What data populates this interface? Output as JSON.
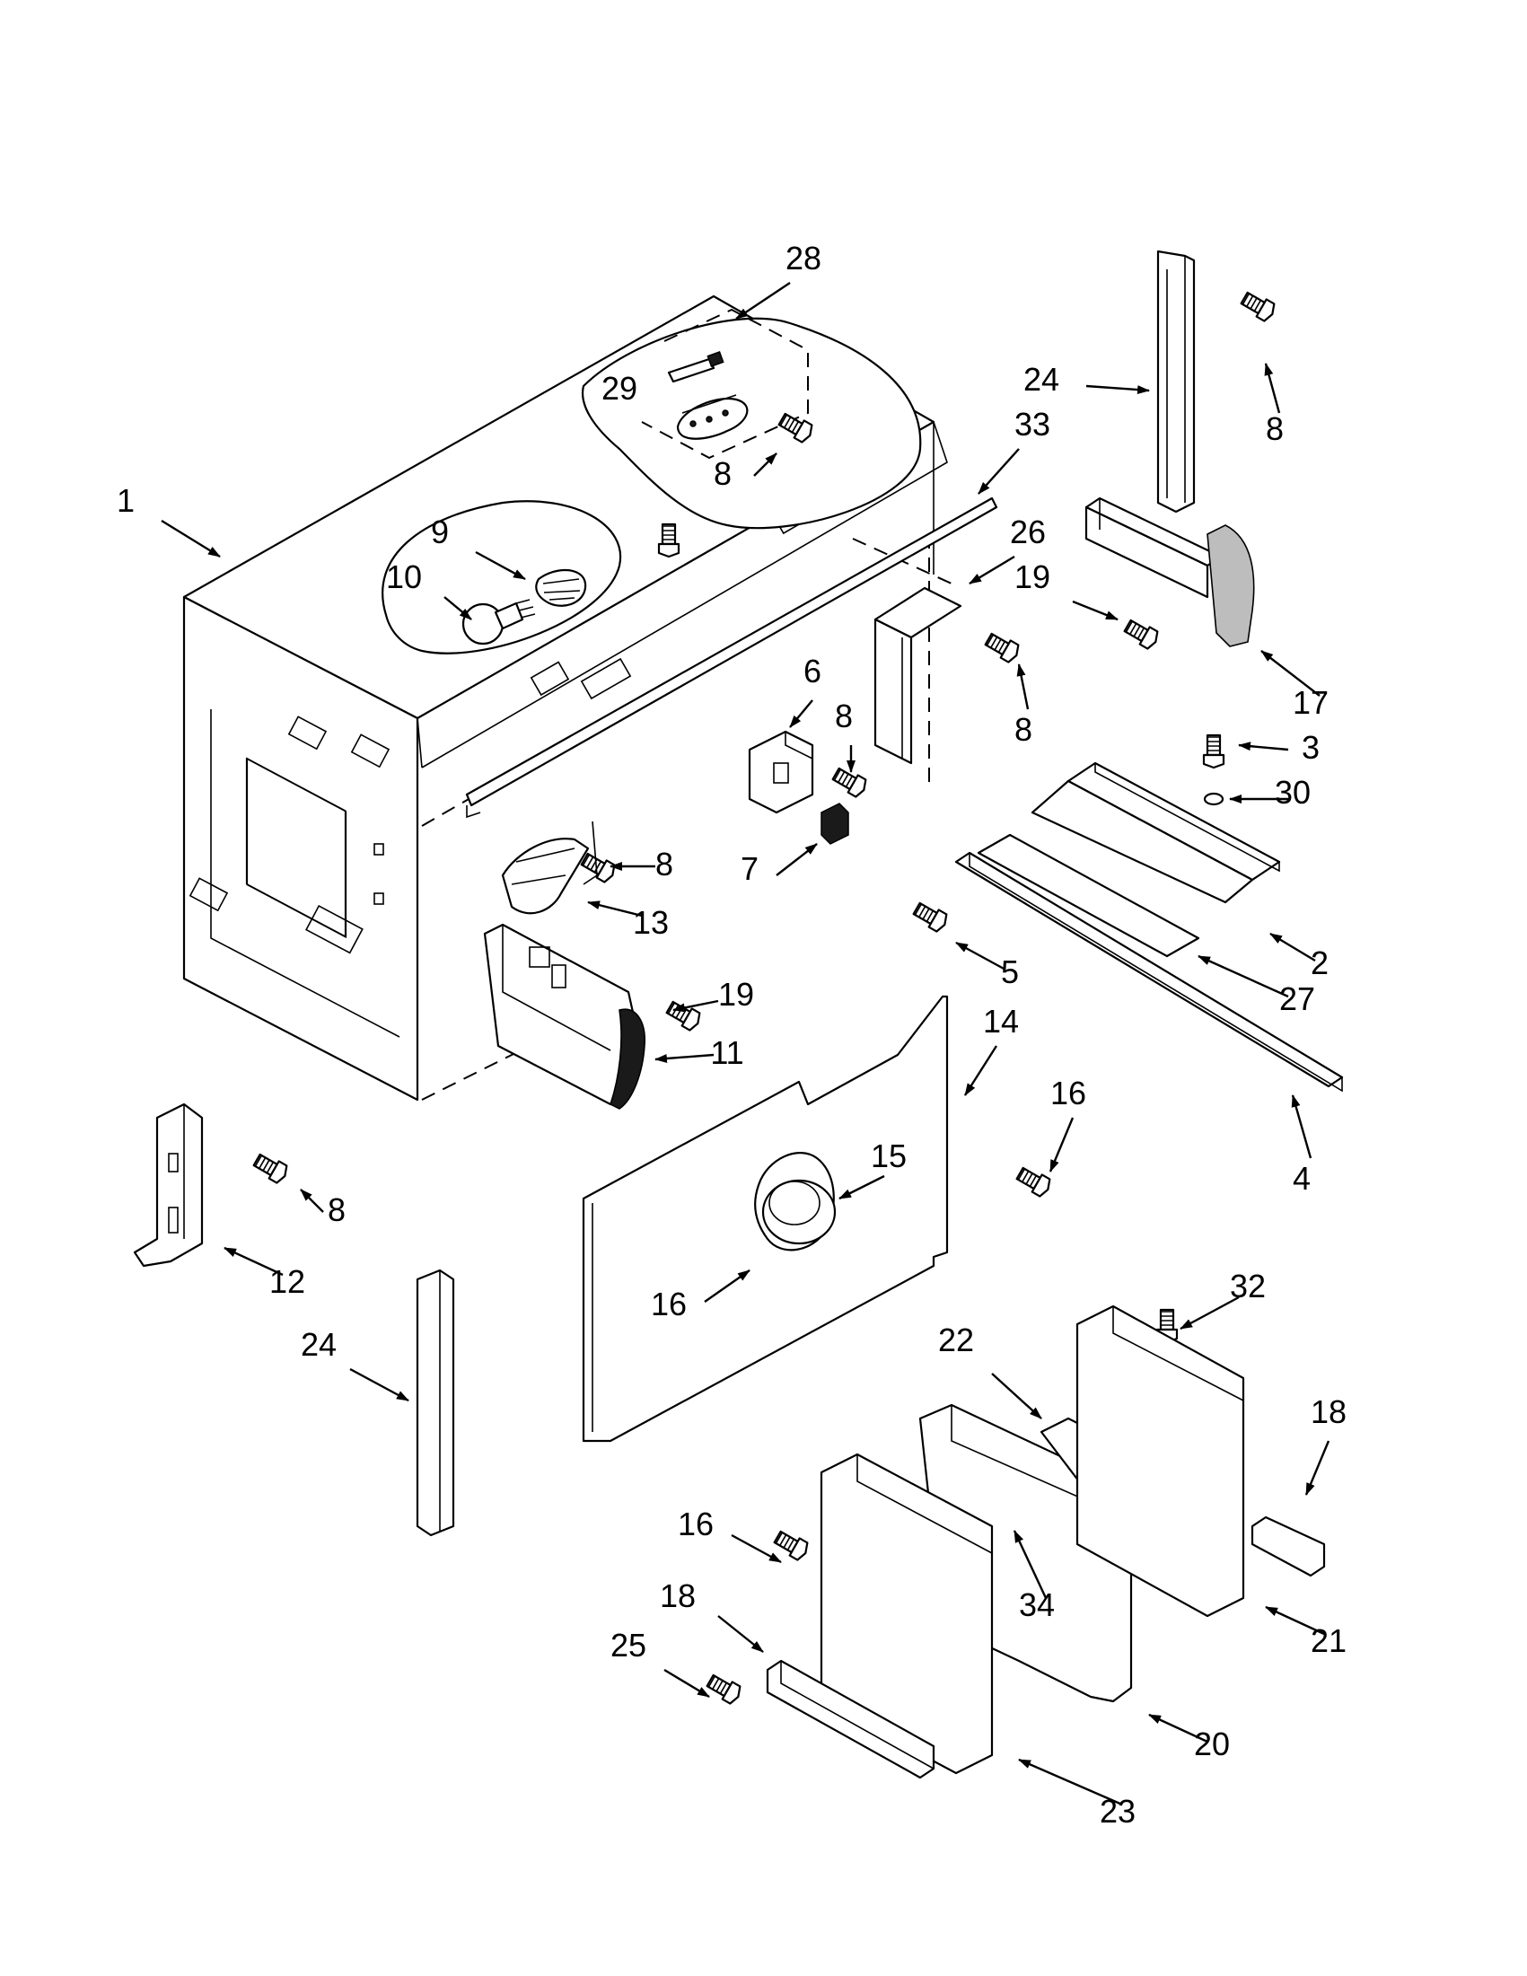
{
  "diagram": {
    "callouts": [
      {
        "id": "c1",
        "label": "1"
      },
      {
        "id": "c2",
        "label": "2"
      },
      {
        "id": "c3",
        "label": "3"
      },
      {
        "id": "c4",
        "label": "4"
      },
      {
        "id": "c5",
        "label": "5"
      },
      {
        "id": "c6",
        "label": "6"
      },
      {
        "id": "c7",
        "label": "7"
      },
      {
        "id": "c8a",
        "label": "8"
      },
      {
        "id": "c8b",
        "label": "8"
      },
      {
        "id": "c8c",
        "label": "8"
      },
      {
        "id": "c8d",
        "label": "8"
      },
      {
        "id": "c8e",
        "label": "8"
      },
      {
        "id": "c8f",
        "label": "8"
      },
      {
        "id": "c9",
        "label": "9"
      },
      {
        "id": "c10",
        "label": "10"
      },
      {
        "id": "c11",
        "label": "11"
      },
      {
        "id": "c12",
        "label": "12"
      },
      {
        "id": "c13",
        "label": "13"
      },
      {
        "id": "c14",
        "label": "14"
      },
      {
        "id": "c15",
        "label": "15"
      },
      {
        "id": "c16a",
        "label": "16"
      },
      {
        "id": "c16b",
        "label": "16"
      },
      {
        "id": "c16c",
        "label": "16"
      },
      {
        "id": "c17",
        "label": "17"
      },
      {
        "id": "c18a",
        "label": "18"
      },
      {
        "id": "c18b",
        "label": "18"
      },
      {
        "id": "c19a",
        "label": "19"
      },
      {
        "id": "c19b",
        "label": "19"
      },
      {
        "id": "c20",
        "label": "20"
      },
      {
        "id": "c21",
        "label": "21"
      },
      {
        "id": "c22",
        "label": "22"
      },
      {
        "id": "c23",
        "label": "23"
      },
      {
        "id": "c24a",
        "label": "24"
      },
      {
        "id": "c24b",
        "label": "24"
      },
      {
        "id": "c25",
        "label": "25"
      },
      {
        "id": "c26",
        "label": "26"
      },
      {
        "id": "c27",
        "label": "27"
      },
      {
        "id": "c28",
        "label": "28"
      },
      {
        "id": "c29",
        "label": "29"
      },
      {
        "id": "c30",
        "label": "30"
      },
      {
        "id": "c32",
        "label": "32"
      },
      {
        "id": "c33",
        "label": "33"
      },
      {
        "id": "c34",
        "label": "34"
      }
    ]
  }
}
